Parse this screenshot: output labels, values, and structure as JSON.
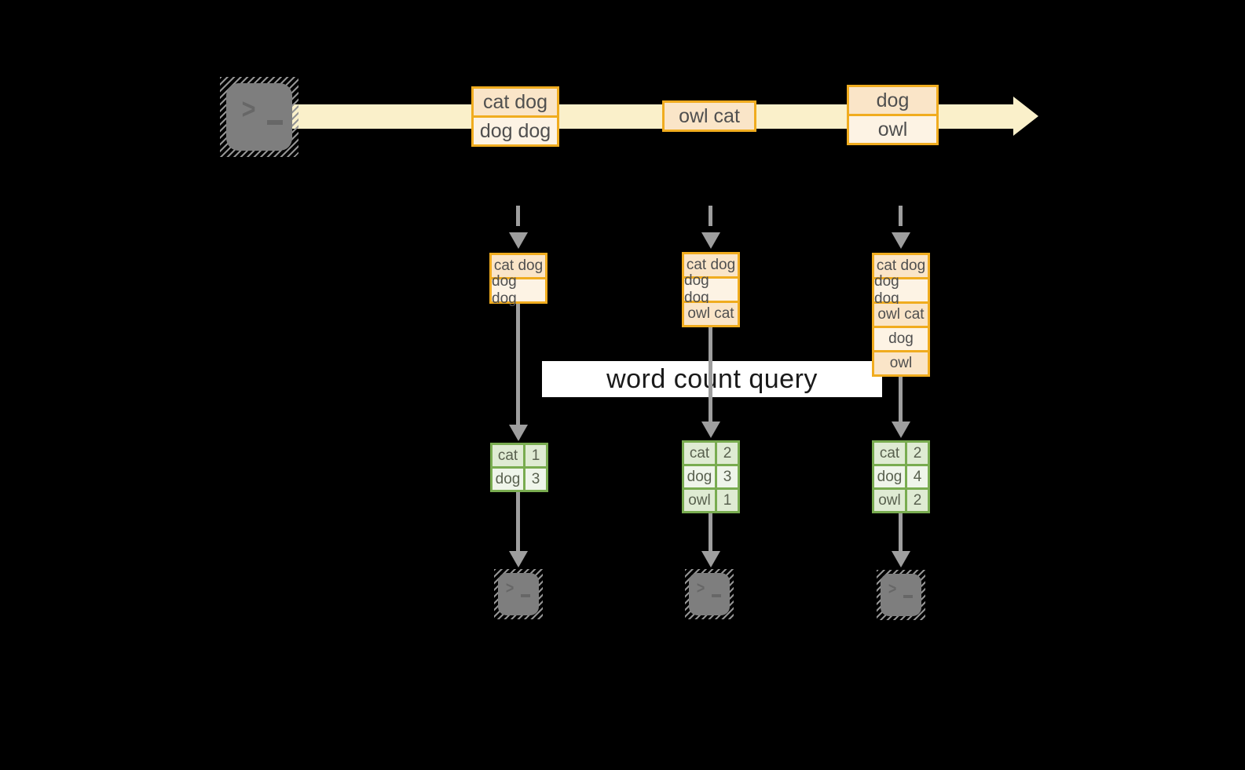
{
  "diagram": {
    "title_hint": "word count query over a record stream",
    "colors": {
      "bg": "#000000",
      "stream": "#FAF0CA",
      "accent_orange": "#F0AC1F",
      "peach_dark": "#FAE5C8",
      "peach_light": "#FDF3E4",
      "accent_green": "#79AC50",
      "green_dark": "#DFEBD3",
      "green_light": "#EFF5EA",
      "arrow_gray": "#9E9E9E",
      "icon_gray": "#7E7E7E",
      "band_white": "#FFFFFF",
      "query_text": "#1A1A1A"
    }
  },
  "query": {
    "label": "word count query"
  },
  "stream": {
    "producer_icon": "terminal-icon",
    "records": [
      {
        "lines": [
          "cat dog",
          "dog dog"
        ]
      },
      {
        "lines": [
          "owl cat"
        ]
      },
      {
        "lines": [
          "dog",
          "owl"
        ]
      }
    ]
  },
  "columns": [
    {
      "buffer_rows": [
        "cat dog",
        "dog dog"
      ],
      "counts": [
        {
          "word": "cat",
          "count": "1"
        },
        {
          "word": "dog",
          "count": "3"
        }
      ],
      "consumer_icon": "terminal-icon"
    },
    {
      "buffer_rows": [
        "cat dog",
        "dog dog",
        "owl cat"
      ],
      "counts": [
        {
          "word": "cat",
          "count": "2"
        },
        {
          "word": "dog",
          "count": "3"
        },
        {
          "word": "owl",
          "count": "1"
        }
      ],
      "consumer_icon": "terminal-icon"
    },
    {
      "buffer_rows": [
        "cat dog",
        "dog dog",
        "owl cat",
        "dog",
        "owl"
      ],
      "counts": [
        {
          "word": "cat",
          "count": "2"
        },
        {
          "word": "dog",
          "count": "4"
        },
        {
          "word": "owl",
          "count": "2"
        }
      ],
      "consumer_icon": "terminal-icon"
    }
  ],
  "icons": {
    "terminal_prompt": "&gt;"
  }
}
